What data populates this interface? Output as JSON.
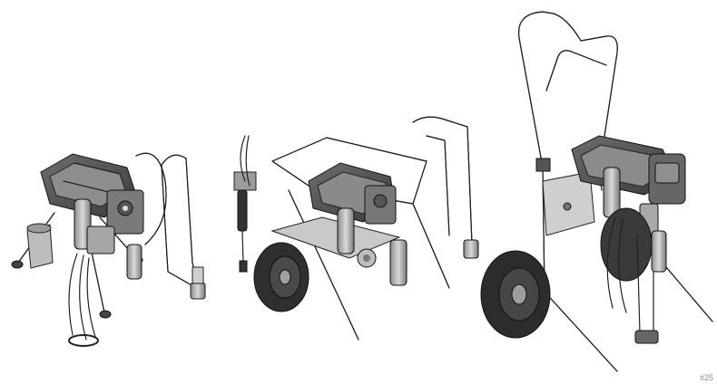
{
  "figure": {
    "reference_code": "ti25",
    "units": [
      {
        "id": "stand-sprayer",
        "icon": "stand-sprayer-icon"
      },
      {
        "id": "lo-boy-cart-sprayer",
        "icon": "lo-boy-cart-sprayer-icon"
      },
      {
        "id": "hi-boy-cart-sprayer",
        "icon": "hi-boy-cart-sprayer-icon"
      }
    ]
  }
}
